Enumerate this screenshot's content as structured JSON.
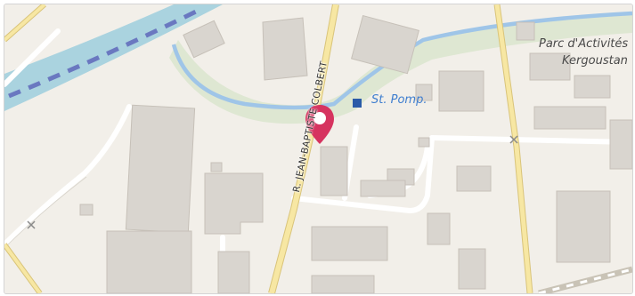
{
  "map": {
    "place_label_line1": "Parc d'Activités",
    "place_label_line2": "Kergoustan",
    "street_label": "R. JEAN-BAPTISTE COLBERT",
    "poi_label": "St. Pomp.",
    "colors": {
      "background": "#f2efe9",
      "building": "#d9d5cf",
      "building_stroke": "#c6c0b8",
      "road_major": "#f7e7a3",
      "road_major_casing": "#d9c47a",
      "road_minor": "#ffffff",
      "water": "#aad3df",
      "river": "#9fc5e8",
      "greenery": "#d8e5cc",
      "railway": "#6a78c0",
      "marker": "#d6335f",
      "poi": "#2a5aa8",
      "poi_text": "#3f7ecf"
    },
    "icons": [
      "map-marker-icon",
      "poi-square-icon"
    ]
  }
}
